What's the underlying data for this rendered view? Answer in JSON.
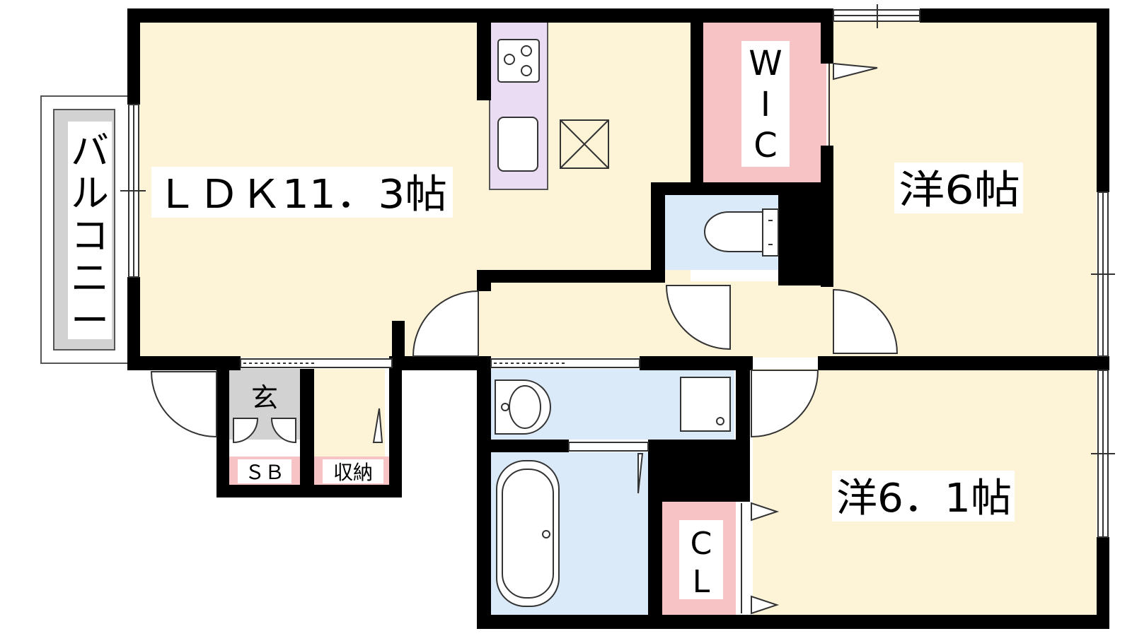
{
  "rooms": {
    "ldk": "ＬＤＫ11．3帖",
    "balcony": [
      "バ",
      "ル",
      "コ",
      "ニ",
      "ー"
    ],
    "wic": [
      "W",
      "I",
      "C"
    ],
    "western1": "洋6帖",
    "western2": "洋6．1帖",
    "cl": [
      "C",
      "L"
    ],
    "entrance": "玄",
    "shoe_box": "ＳＢ",
    "storage": "収納"
  },
  "colors": {
    "room_floor": "#fdf3d6",
    "wall": "#000000",
    "water_area": "#daeaf8",
    "kitchen": "#eadcf3",
    "closet": "#f8c3c5",
    "balcony": "#d2d2d2",
    "entrance_floor": "#d2d2d2"
  }
}
